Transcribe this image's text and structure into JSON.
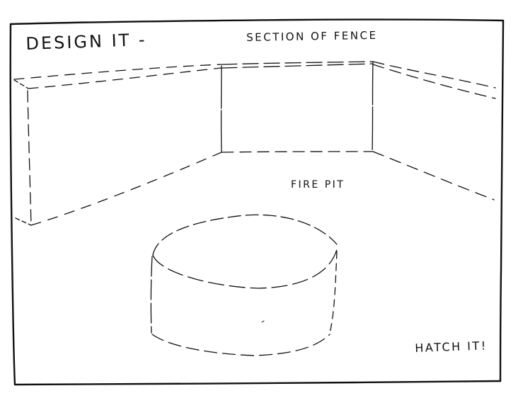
{
  "sketch": {
    "title": "DESIGN IT -",
    "labels": {
      "fence": "SECTION OF FENCE",
      "fire_pit": "FIRE PIT",
      "instruction": "HATCH IT!"
    },
    "colors": {
      "ink": "#111111",
      "paper": "#ffffff"
    },
    "elements": [
      {
        "name": "frame",
        "style": "solid"
      },
      {
        "name": "fence-left-panel",
        "style": "dashed"
      },
      {
        "name": "fence-center-panel",
        "style": "dashed"
      },
      {
        "name": "fence-right-panel",
        "style": "dashed"
      },
      {
        "name": "fire-pit-cylinder",
        "style": "dashed"
      }
    ]
  }
}
